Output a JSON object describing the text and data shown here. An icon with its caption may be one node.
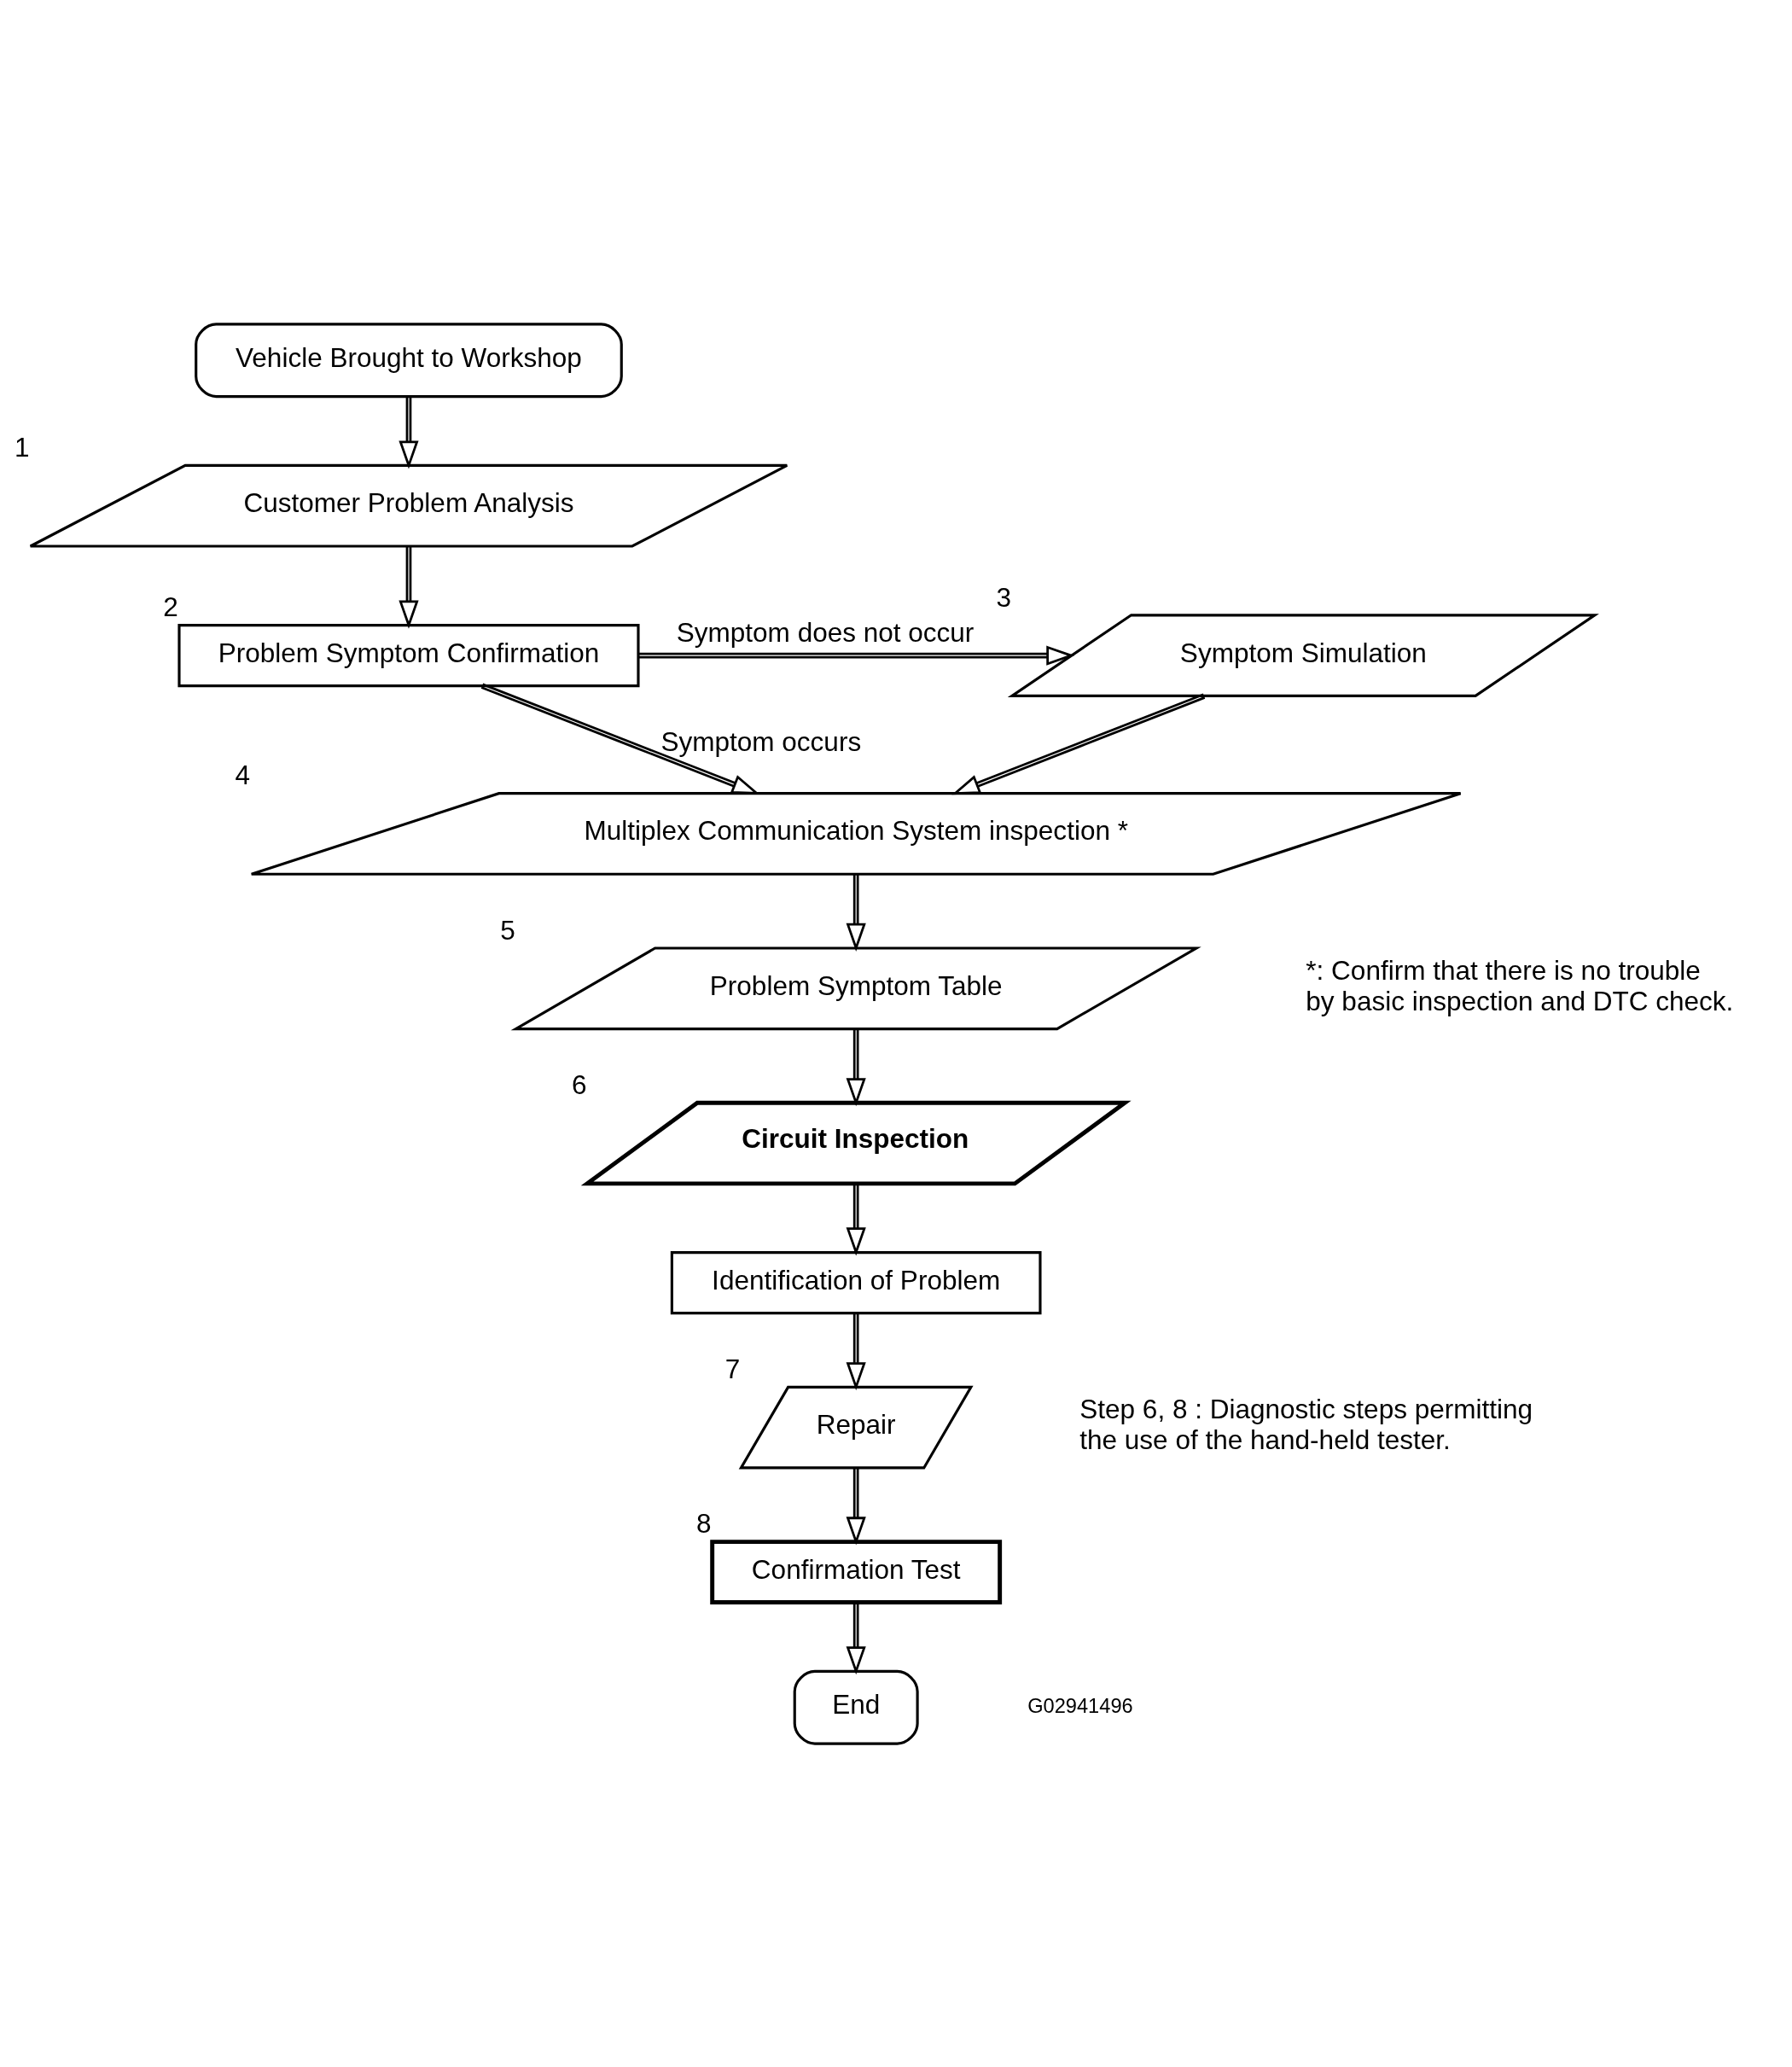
{
  "diagram": {
    "nodes": [
      {
        "text": [
          "Vehicle Brought to Workshop"
        ]
      },
      {
        "text": [
          "Customer Problem Analysis"
        ],
        "beside": [
          "1"
        ]
      },
      {
        "text": [
          "Problem Symptom Confirmation"
        ],
        "beside": [
          "2"
        ]
      },
      {
        "text": [
          "Symptom Simulation"
        ],
        "beside": [
          "3"
        ]
      },
      {
        "text": [
          "Multiplex Communication System inspection *"
        ],
        "beside": [
          "4"
        ]
      },
      {
        "text": [
          "Problem Symptom Table"
        ],
        "beside": [
          "5"
        ]
      },
      {
        "text": [
          "Circuit Inspection"
        ],
        "beside": [
          "6"
        ]
      },
      {
        "text": [
          "Identification of Problem"
        ]
      },
      {
        "text": [
          "Repair"
        ],
        "beside": [
          "7"
        ]
      },
      {
        "text": [
          "Confirmation Test"
        ],
        "beside": [
          "8"
        ]
      },
      {
        "text": [
          "End"
        ]
      }
    ],
    "edges": [
      {
        "from": 0,
        "to": 1,
        "arrow": "to"
      },
      {
        "from": 1,
        "to": 2,
        "arrow": "to"
      },
      {
        "from": 2,
        "to": 3,
        "arrow": "to",
        "label": "Symptom does not occur"
      },
      {
        "from": 2,
        "to": 4,
        "arrow": "to",
        "label": "Symptom occurs"
      },
      {
        "from": 3,
        "to": 4,
        "arrow": "to"
      },
      {
        "from": 4,
        "to": 5,
        "arrow": "to"
      },
      {
        "from": 5,
        "to": 6,
        "arrow": "to"
      },
      {
        "from": 6,
        "to": 7,
        "arrow": "to"
      },
      {
        "from": 7,
        "to": 8,
        "arrow": "to"
      },
      {
        "from": 8,
        "to": 9,
        "arrow": "to"
      },
      {
        "from": 9,
        "to": 10,
        "arrow": "to"
      }
    ],
    "labels": [
      "*: Confirm that there is no trouble by basic inspection and DTC check.",
      "Step 6, 8 : Diagnostic steps permitting the use of the hand-held tester.",
      "G02941496"
    ]
  }
}
